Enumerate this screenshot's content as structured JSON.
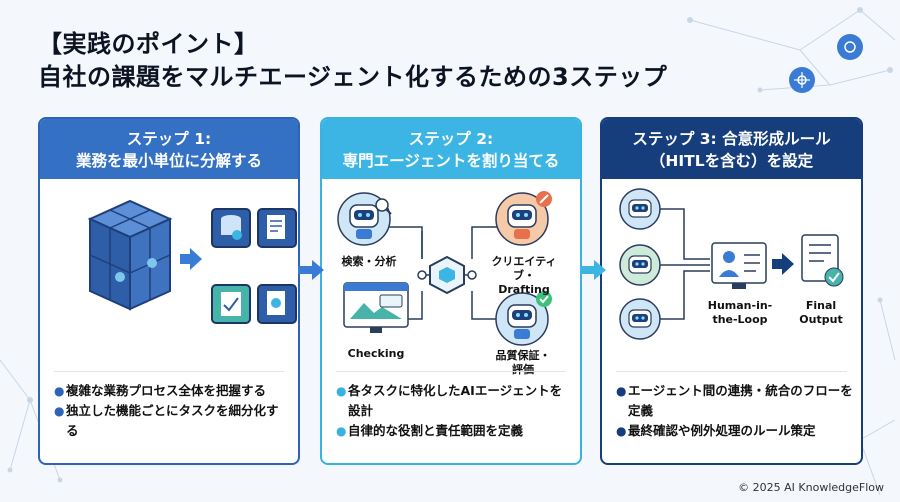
{
  "title": {
    "line1": "【実践のポイント】",
    "line2": "自社の課題をマルチエージェント化するための3ステップ"
  },
  "steps": [
    {
      "header_line1": "ステップ 1:",
      "header_line2": "業務を最小単位に分解する",
      "bullets": [
        "複雑な業務プロセス全体を把握する",
        "独立した機能ごとにタスクを細分化する"
      ]
    },
    {
      "header_line1": "ステップ 2:",
      "header_line2": "専門エージェントを割り当てる",
      "labels": {
        "search": "検索・分析",
        "creative_line1": "クリエイティブ・",
        "creative_line2": "Drafting",
        "checking": "Checking",
        "qa_line1": "品質保証・",
        "qa_line2": "評価"
      },
      "bullets": [
        "各タスクに特化したAIエージェントを設計",
        "自律的な役割と責任範囲を定義"
      ]
    },
    {
      "header_line1": "ステップ 3: 合意形成ルール",
      "header_line2": "（HITLを含む）を設定",
      "labels": {
        "hitl_line1": "Human-in-",
        "hitl_line2": "the-Loop",
        "final_line1": "Final",
        "final_line2": "Output"
      },
      "bullets": [
        "エージェント間の連携・統合のフローを定義",
        "最終確認や例外処理のルール策定"
      ]
    }
  ],
  "footer": {
    "copyright": "© 2025 AI KnowledgeFlow"
  },
  "colors": {
    "step1": "#3470c4",
    "step2": "#3cb5e4",
    "step3": "#173e7c"
  }
}
